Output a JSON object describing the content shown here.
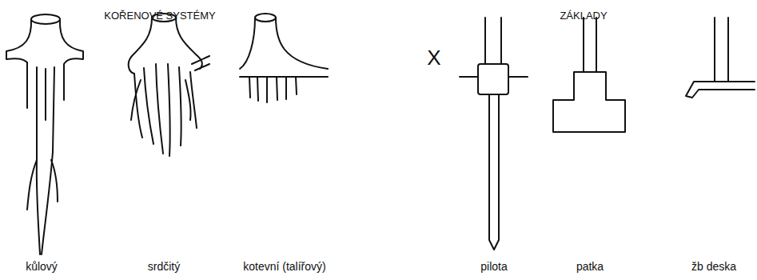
{
  "diagram": {
    "labels": [
      "KOŘENOVÉ SYSTÉMY",
      "ZÁKLADY",
      "X",
      "kůlový",
      "srdčitý",
      "kotevní (talířový)",
      "pilota",
      "patka",
      "žb deska"
    ]
  }
}
